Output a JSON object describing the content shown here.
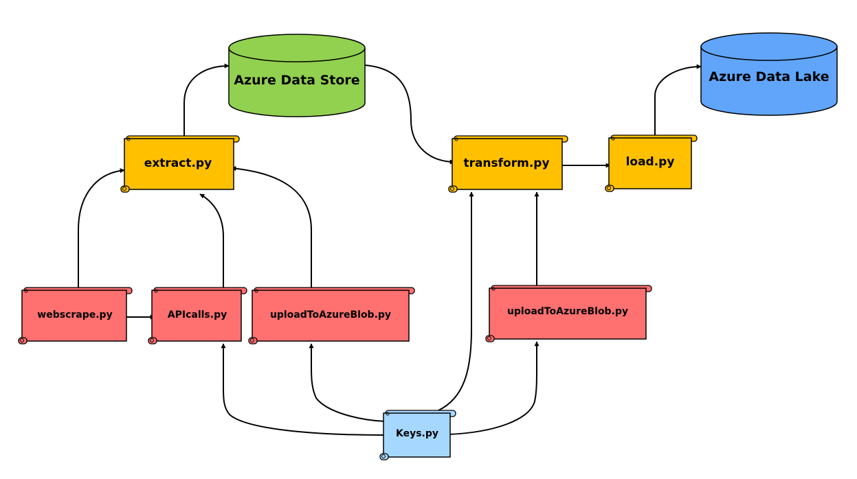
{
  "nodes": {
    "azure_data_store": {
      "label": "Azure Data Store",
      "color": "#92d050"
    },
    "azure_data_lake": {
      "label": "Azure Data Lake",
      "color": "#60a5fa"
    },
    "extract": {
      "label": "extract.py",
      "color": "#ffc000"
    },
    "transform": {
      "label": "transform.py",
      "color": "#ffc000"
    },
    "load": {
      "label": "load.py",
      "color": "#ffc000"
    },
    "webscrape": {
      "label": "webscrape.py",
      "color": "#ff7070"
    },
    "apicalls": {
      "label": "APIcalls.py",
      "color": "#ff7070"
    },
    "upload_extract": {
      "label": "uploadToAzureBlob.py",
      "color": "#ff7070"
    },
    "upload_transform": {
      "label": "uploadToAzureBlob.py",
      "color": "#ff7070"
    },
    "keys": {
      "label": "Keys.py",
      "color": "#a6d8ff"
    }
  },
  "edges": [
    {
      "from": "extract.py",
      "to": "Azure Data Store"
    },
    {
      "from": "Azure Data Store",
      "to": "transform.py"
    },
    {
      "from": "transform.py",
      "to": "load.py"
    },
    {
      "from": "load.py",
      "to": "Azure Data Lake"
    },
    {
      "from": "webscrape.py",
      "to": "extract.py"
    },
    {
      "from": "webscrape.py",
      "to": "APIcalls.py"
    },
    {
      "from": "APIcalls.py",
      "to": "extract.py"
    },
    {
      "from": "uploadToAzureBlob.py",
      "to": "extract.py"
    },
    {
      "from": "uploadToAzureBlob.py",
      "to": "transform.py"
    },
    {
      "from": "Keys.py",
      "to": "APIcalls.py"
    },
    {
      "from": "Keys.py",
      "to": "uploadToAzureBlob.py"
    },
    {
      "from": "Keys.py",
      "to": "transform.py"
    },
    {
      "from": "Keys.py",
      "to": "uploadToAzureBlob.py"
    }
  ]
}
